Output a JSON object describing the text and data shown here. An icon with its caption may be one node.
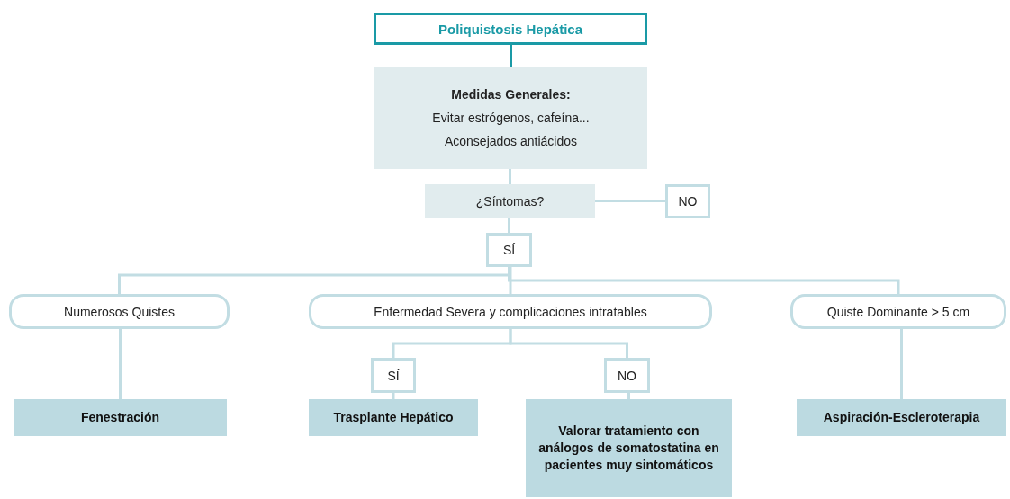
{
  "diagram": {
    "nodes": [
      {
        "text": [
          "Poliquistosis Hepática"
        ]
      },
      {
        "text": [
          "Medidas Generales:",
          "Evitar estrógenos, cafeína...",
          "Aconsejados antiácidos"
        ]
      },
      {
        "text": [
          "¿Síntomas?"
        ]
      },
      {
        "text": [
          "NO"
        ]
      },
      {
        "text": [
          "SÍ"
        ]
      },
      {
        "text": [
          "Numerosos Quistes"
        ]
      },
      {
        "text": [
          "Enfermedad Severa y complicaciones intratables"
        ]
      },
      {
        "text": [
          "Quiste Dominante > 5 cm"
        ]
      },
      {
        "text": [
          "SÍ"
        ]
      },
      {
        "text": [
          "NO"
        ]
      },
      {
        "text": [
          "Fenestración"
        ]
      },
      {
        "text": [
          "Trasplante Hepático"
        ]
      },
      {
        "text": [
          "Valorar tratamiento con análogos de somatostatina en pacientes muy sintomáticos"
        ]
      },
      {
        "text": [
          "Aspiración-Escleroterapia"
        ]
      }
    ],
    "edges": [
      {
        "from": 0,
        "to": 1,
        "arrow": "none",
        "color": "#1a9aa6"
      },
      {
        "from": 1,
        "to": 2,
        "arrow": "none"
      },
      {
        "from": 2,
        "to": 3,
        "arrow": "none"
      },
      {
        "from": 2,
        "to": 4,
        "arrow": "none"
      },
      {
        "from": 4,
        "to": 5,
        "arrow": "none"
      },
      {
        "from": 4,
        "to": 6,
        "arrow": "none"
      },
      {
        "from": 4,
        "to": 7,
        "arrow": "none"
      },
      {
        "from": 5,
        "to": 10,
        "arrow": "none"
      },
      {
        "from": 6,
        "to": 8,
        "arrow": "none"
      },
      {
        "from": 6,
        "to": 9,
        "arrow": "none"
      },
      {
        "from": 8,
        "to": 11,
        "arrow": "none"
      },
      {
        "from": 9,
        "to": 12,
        "arrow": "none"
      },
      {
        "from": 7,
        "to": 13,
        "arrow": "none"
      }
    ]
  }
}
